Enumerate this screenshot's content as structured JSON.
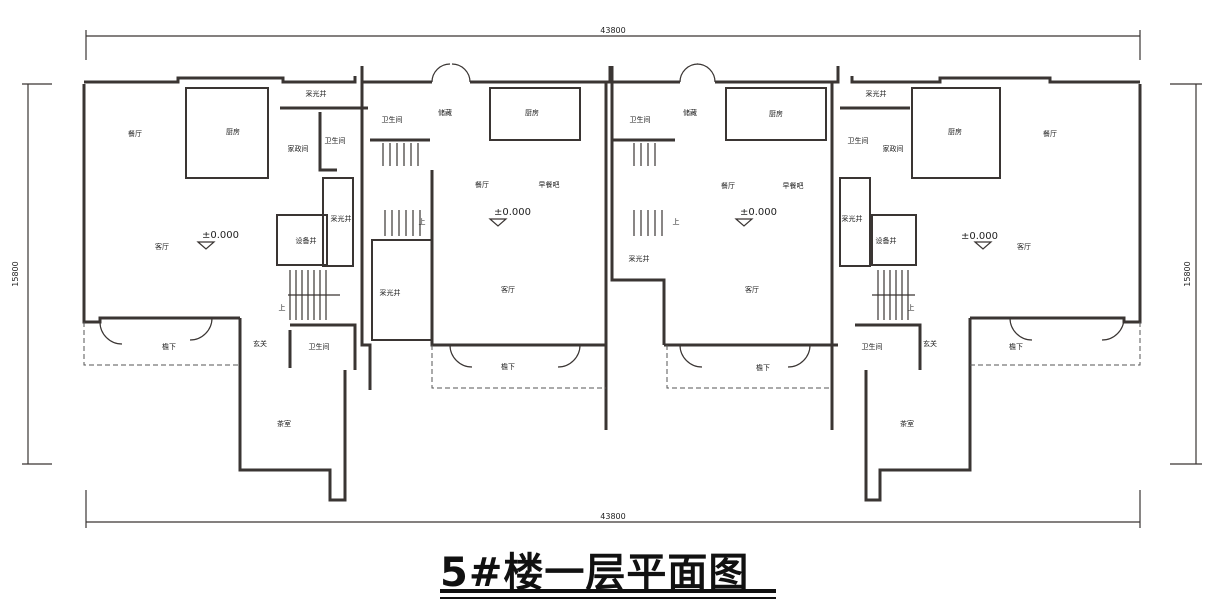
{
  "dimensions": {
    "width_total": "43800",
    "depth_total": "15800"
  },
  "title": "5#楼一层平面图",
  "level_mark": "±0.000",
  "stair_up": "上",
  "rooms": {
    "dining": "餐厅",
    "kitchen": "厨房",
    "lightwell": "采光井",
    "housekeeping": "家政间",
    "bathroom": "卫生间",
    "equipment_shaft": "设备井",
    "living": "客厅",
    "eaves": "檐下",
    "foyer": "玄关",
    "tea_room": "茶室",
    "storage": "储藏",
    "breakfast_bar": "早餐吧"
  }
}
